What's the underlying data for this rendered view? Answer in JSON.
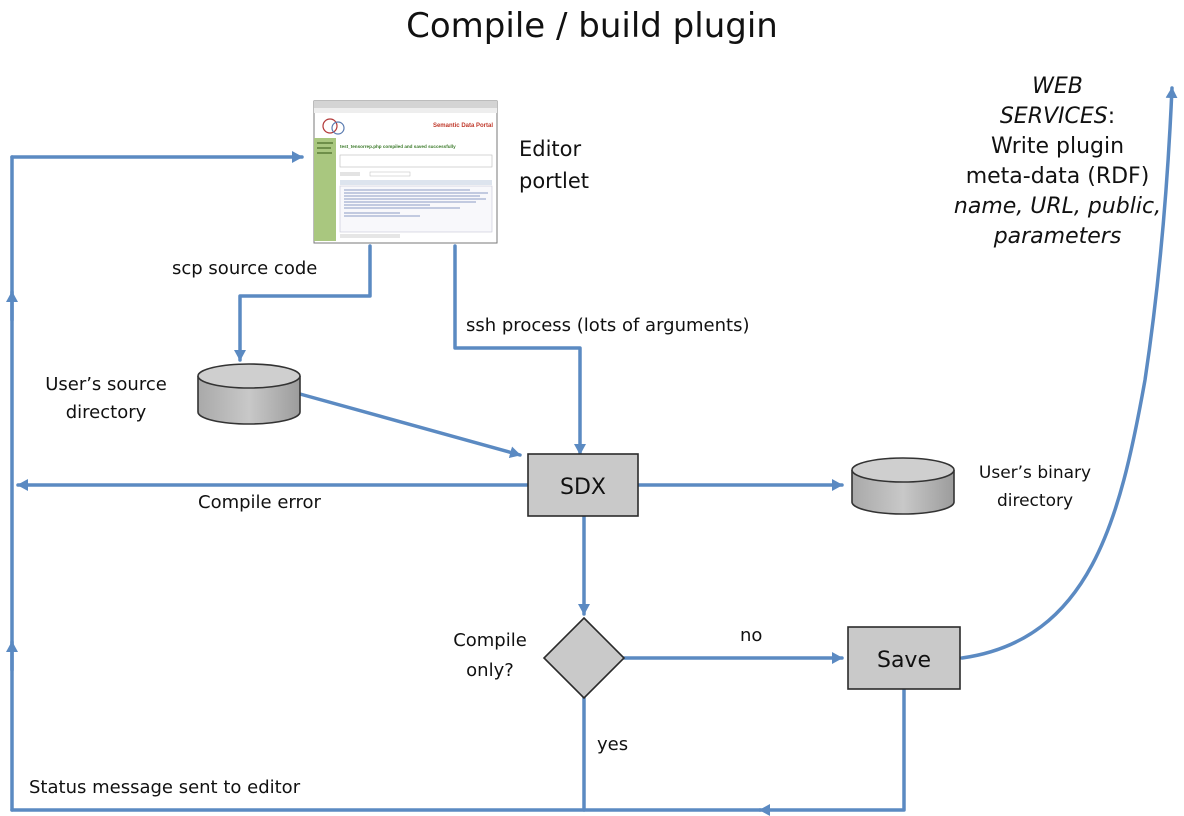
{
  "title": "Compile / build plugin",
  "nodes": {
    "editor": "Editor portlet",
    "sdx": "SDX",
    "save": "Save",
    "decision": "Compile only?",
    "source_db": "User’s source directory",
    "binary_db": "User’s binary directory"
  },
  "edges": {
    "scp": "scp source code",
    "ssh": "ssh process (lots of arguments)",
    "compile_error": "Compile error",
    "no": "no",
    "yes": "yes",
    "status": "Status message sent to editor"
  },
  "web_services": {
    "line1": "WEB",
    "line2": "SERVICES",
    "line2_suffix": ":",
    "line3": "Write plugin",
    "line4": "meta-data (RDF)",
    "line5": "name, URL, public,",
    "line6": "parameters"
  },
  "screenshot_thumbnail": {
    "header_title": "Semantic Data Portal",
    "status_line": "test_tensorrep.php compiled and saved successfully"
  },
  "colors": {
    "arrow": "#5b8ac2",
    "box_fill": "#c9c9c9",
    "box_stroke": "#2b2b2b",
    "thumb_sidebar": "#a9c77f"
  }
}
